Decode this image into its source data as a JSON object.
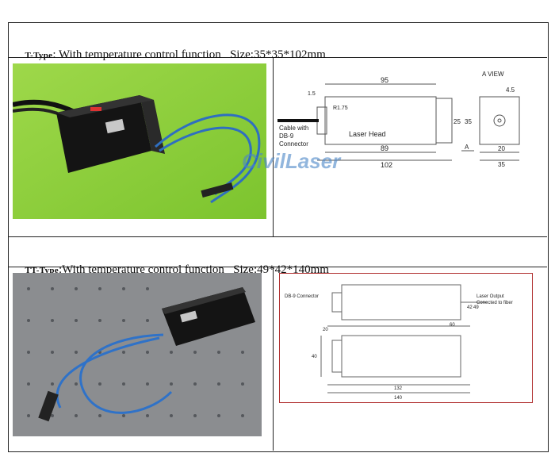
{
  "sections": [
    {
      "type_code": "T-Type",
      "separator": ":",
      "description": " With temperature control function   Size:35*35*102mm",
      "drawing": {
        "view_label": "A VIEW",
        "dims": [
          "95",
          "1.5",
          "R1.75",
          "25",
          "35",
          "89",
          "102",
          "4.5",
          "20",
          "35"
        ],
        "cable_label": [
          "Cable with",
          "DB-9",
          "Connector"
        ],
        "head_label": "Laser Head",
        "arrow_label": "A"
      },
      "watermark": "CivilLaser"
    },
    {
      "type_code": "TT-Type",
      "separator": ":",
      "description": "With temperature control function   Size:49*42*140mm",
      "drawing": {
        "connector_label": "DB-9 Connector",
        "output_label": [
          "Laser Output",
          "Conected to fiber"
        ],
        "dims": [
          "42",
          "49",
          "132",
          "140",
          "60",
          "40",
          "20"
        ]
      }
    }
  ]
}
